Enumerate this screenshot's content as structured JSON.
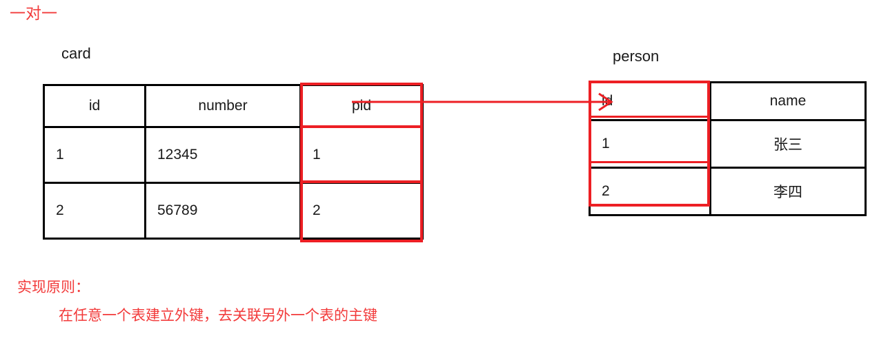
{
  "heading": "一对一",
  "colors": {
    "accent_red": "#ED1F24",
    "text_red": "#F23A3A",
    "border_black": "#000000",
    "background": "#FFFFFF"
  },
  "diagram": {
    "type": "er-relationship",
    "relationship": "one-to-one",
    "arrow": {
      "from": "card.pid",
      "to": "person.id",
      "direction": "right",
      "color": "#ED1F24"
    },
    "tables": [
      {
        "name": "card",
        "caption": "card",
        "highlighted_column": "pid",
        "highlight_role": "foreign-key",
        "columns": [
          "id",
          "number",
          "pid"
        ],
        "rows": [
          [
            "1",
            "12345",
            "1"
          ],
          [
            "2",
            "56789",
            "2"
          ]
        ]
      },
      {
        "name": "person",
        "caption": "person",
        "highlighted_column": "id",
        "highlight_role": "primary-key",
        "columns": [
          "id",
          "name"
        ],
        "rows": [
          [
            "1",
            "张三"
          ],
          [
            "2",
            "李四"
          ]
        ]
      }
    ]
  },
  "note": {
    "title": "实现原则：",
    "body": "在任意一个表建立外键，去关联另外一个表的主键"
  }
}
